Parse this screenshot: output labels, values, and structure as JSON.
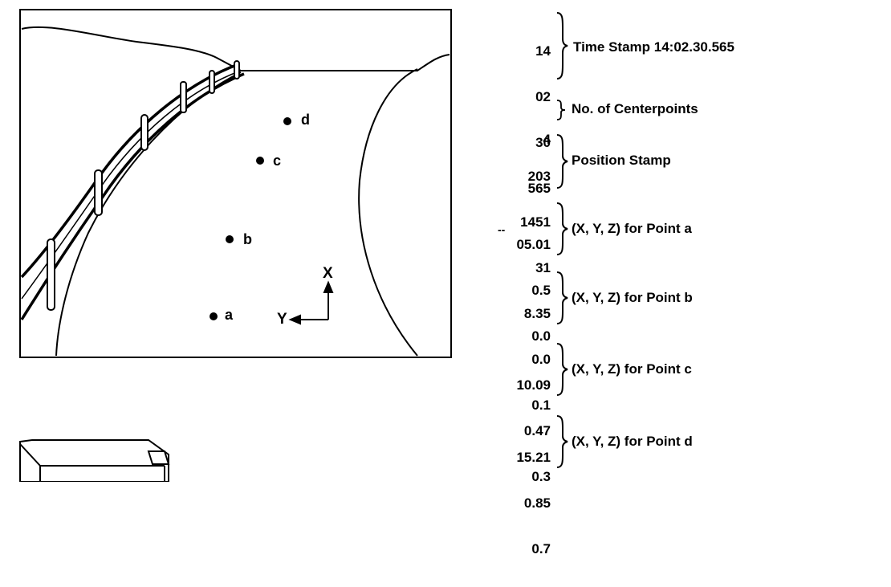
{
  "scene": {
    "points": [
      {
        "id": "a",
        "label": "a"
      },
      {
        "id": "b",
        "label": "b"
      },
      {
        "id": "c",
        "label": "c"
      },
      {
        "id": "d",
        "label": "d"
      }
    ],
    "axis_x_label": "X",
    "axis_y_label": "Y"
  },
  "records": [
    {
      "values": [
        "14",
        "02",
        "30",
        "565"
      ],
      "description": "Time Stamp 14:02.30.565"
    },
    {
      "values": [
        "4"
      ],
      "description": "No. of Centerpoints"
    },
    {
      "values": [
        "203",
        "1451",
        "31"
      ],
      "description": "Position Stamp"
    },
    {
      "values": [
        "05.01",
        "0.5",
        "0.0"
      ],
      "description": "(X, Y, Z) for Point a",
      "prefix": "--"
    },
    {
      "values": [
        "8.35",
        "0.0",
        "0.1"
      ],
      "description": "(X, Y, Z) for Point b"
    },
    {
      "values": [
        "10.09",
        "0.47",
        "0.3"
      ],
      "description": "(X, Y, Z) for Point c"
    },
    {
      "values": [
        "15.21",
        "0.85",
        "0.7"
      ],
      "description": "(X, Y, Z) for Point d"
    }
  ]
}
